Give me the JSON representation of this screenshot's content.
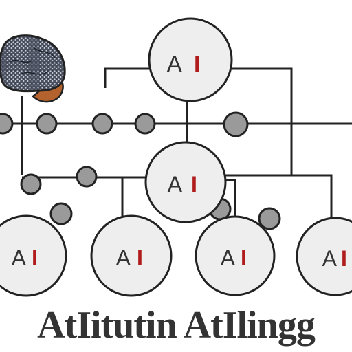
{
  "nodes": [
    {
      "label_a": "A",
      "label_i": "I"
    },
    {
      "label_a": "A",
      "label_i": "I"
    },
    {
      "label_a": "A",
      "label_i": "I"
    },
    {
      "label_a": "A",
      "label_i": "I"
    },
    {
      "label_a": "A",
      "label_i": "I"
    },
    {
      "label_a": "A",
      "label_i": "I"
    }
  ],
  "caption": "AtIitutin AtIlingg",
  "colors": {
    "line": "#222222",
    "node_fill": "#eeeeee",
    "node_stroke": "#222222",
    "dot_fill": "#9a9a9a",
    "letter_a": "#333333",
    "letter_i": "#b01c1c",
    "brain_fill": "#5a6170",
    "brain_base": "#b5632e"
  },
  "icons": [
    "brain-icon"
  ]
}
